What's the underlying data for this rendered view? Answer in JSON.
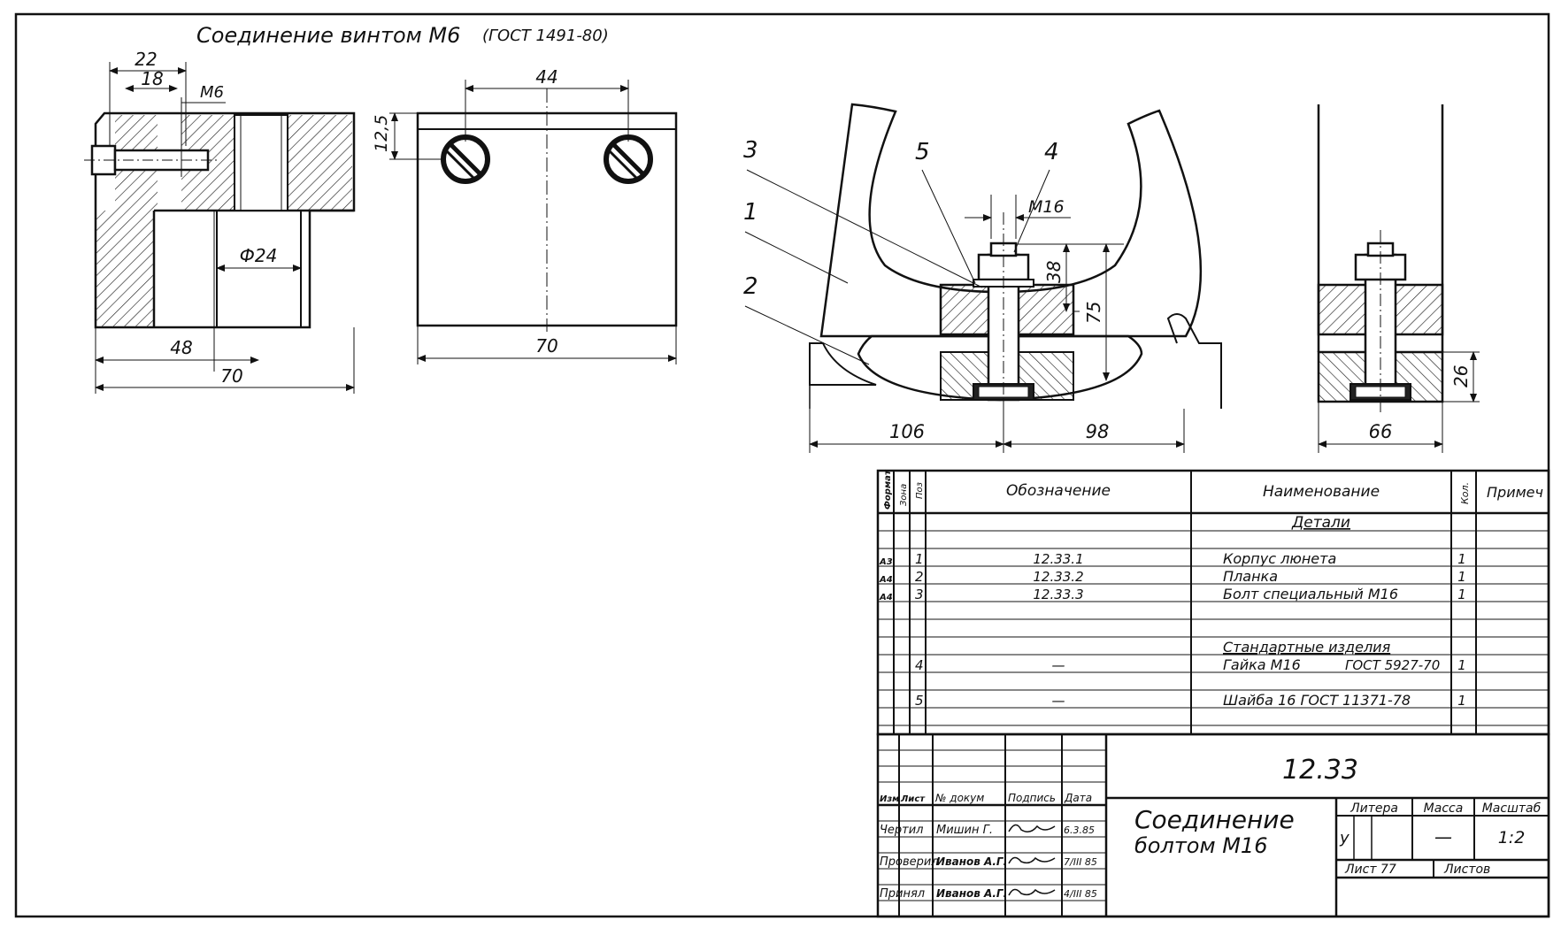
{
  "left_drawing": {
    "title": "Соединение винтом М6",
    "title_std": "(ГОСТ 1491-80)",
    "dims": {
      "d22": "22",
      "d18": "18",
      "thread": "М6",
      "d44": "44",
      "d12_5": "12,5",
      "diam24": "Ф24",
      "d48": "48",
      "d70_left": "70",
      "d70_mid": "70"
    }
  },
  "right_drawing": {
    "leaders": {
      "p1": "1",
      "p2": "2",
      "p3": "3",
      "p4": "4",
      "p5": "5"
    },
    "dims": {
      "thread": "М16",
      "d38": "38",
      "d75": "75",
      "d106": "106",
      "d98": "98",
      "d26": "26",
      "d66": "66"
    }
  },
  "spec_table": {
    "headers": {
      "format": "Формат",
      "zone": "Зона",
      "pos": "Поз",
      "designation": "Обозначение",
      "name": "Наименование",
      "qty": "Кол.",
      "note": "Примеч"
    },
    "section_details": "Детали",
    "section_standard": "Стандартные изделия",
    "rows": [
      {
        "fmt": "А3",
        "pos": "1",
        "designation": "12.33.1",
        "name": "Корпус люнета",
        "qty": "1"
      },
      {
        "fmt": "А4",
        "pos": "2",
        "designation": "12.33.2",
        "name": "Планка",
        "qty": "1"
      },
      {
        "fmt": "А4",
        "pos": "3",
        "designation": "12.33.3",
        "name": "Болт специальный М16",
        "qty": "1"
      },
      {
        "fmt": "",
        "pos": "4",
        "designation": "—",
        "name": "Гайка М16",
        "name_std": "ГОСТ 5927-70",
        "qty": "1"
      },
      {
        "fmt": "",
        "pos": "5",
        "designation": "—",
        "name": "Шайба 16 ГОСТ 11371-78",
        "qty": "1"
      }
    ]
  },
  "title_block": {
    "doc_number": "12.33",
    "title_line1": "Соединение",
    "title_line2": "болтом М16",
    "col_headers": {
      "izm": "Изм",
      "list": "Лист",
      "ndoc": "№ докум",
      "sign": "Подпись",
      "date": "Дата"
    },
    "roles": [
      {
        "role": "Чертил",
        "name": "Мишин Г.",
        "date": "6.3.85"
      },
      {
        "role": "Проверил",
        "name": "Иванов А.Г.",
        "date": "7/III 85"
      },
      {
        "role": "Принял",
        "name": "Иванов А.Г.",
        "date": "4/III 85"
      }
    ],
    "litera_label": "Литера",
    "mass_label": "Масса",
    "scale_label": "Масштаб",
    "litera_value": "у",
    "mass_value": "—",
    "scale_value": "1:2",
    "sheet_label": "Лист 77",
    "sheets_label": "Листов"
  }
}
